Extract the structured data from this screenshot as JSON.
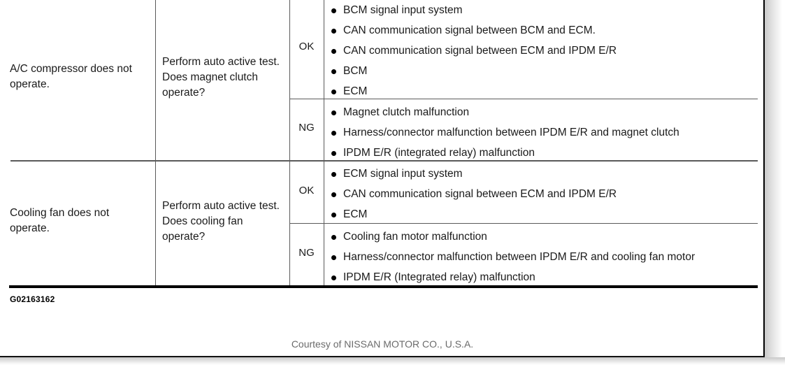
{
  "document": {
    "figure_code": "G02163162",
    "courtesy": "Courtesy of NISSAN MOTOR CO., U.S.A."
  },
  "table": {
    "rows": [
      {
        "symptom": "A/C compressor does not operate.",
        "check_item": "Perform auto active test. Does magnet clutch operate?",
        "results": [
          {
            "judgement": "OK",
            "causes": [
              "BCM signal input system",
              "CAN communication signal between BCM and ECM.",
              "CAN communication signal between ECM and IPDM E/R",
              "BCM",
              "ECM"
            ]
          },
          {
            "judgement": "NG",
            "causes": [
              "Magnet clutch malfunction",
              "Harness/connector malfunction between IPDM E/R and magnet clutch",
              "IPDM E/R (integrated relay) malfunction"
            ]
          }
        ]
      },
      {
        "symptom": "Cooling fan does not operate.",
        "check_item": "Perform auto active test. Does cooling fan operate?",
        "results": [
          {
            "judgement": "OK",
            "causes": [
              "ECM signal input system",
              "CAN communication signal between ECM and IPDM E/R",
              "ECM"
            ]
          },
          {
            "judgement": "NG",
            "causes": [
              "Cooling fan motor malfunction",
              "Harness/connector malfunction between IPDM E/R and cooling fan motor",
              "IPDM E/R (Integrated relay) malfunction"
            ]
          }
        ]
      }
    ]
  },
  "colors": {
    "text": "#1a1a1a",
    "rule": "#5a5a5a",
    "border": "#000000",
    "courtesy_text": "#6b6b6b"
  }
}
